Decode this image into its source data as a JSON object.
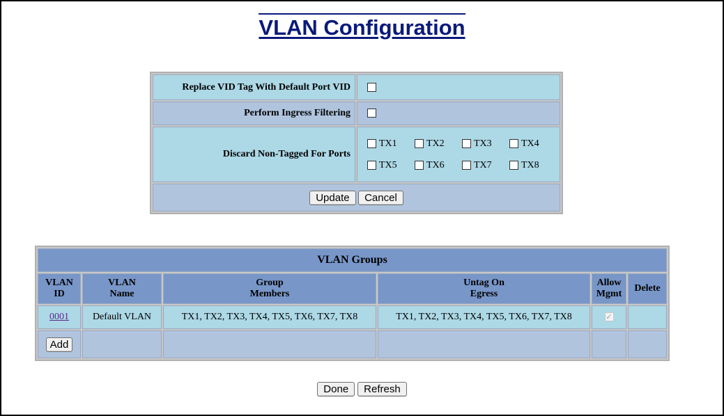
{
  "title": "VLAN Configuration",
  "config": {
    "replace_vid_label": "Replace VID Tag With Default Port VID",
    "ingress_label": "Perform Ingress Filtering",
    "discard_label": "Discard Non-Tagged For Ports",
    "ports": [
      "TX1",
      "TX2",
      "TX3",
      "TX4",
      "TX5",
      "TX6",
      "TX7",
      "TX8"
    ],
    "update_label": "Update",
    "cancel_label": "Cancel"
  },
  "groups": {
    "title": "VLAN Groups",
    "headers": {
      "vlan_id": "VLAN ID",
      "vlan_name": "VLAN Name",
      "group_members": "Group Members",
      "untag_egress": "Untag On Egress",
      "allow_mgmt": "Allow Mgmt",
      "delete": "Delete"
    },
    "rows": [
      {
        "vlan_id": "0001",
        "vlan_name": "Default VLAN",
        "group_members": "TX1, TX2, TX3, TX4, TX5, TX6, TX7, TX8",
        "untag_egress": "TX1, TX2, TX3, TX4, TX5, TX6, TX7, TX8",
        "allow_mgmt": true
      }
    ],
    "add_label": "Add"
  },
  "done_label": "Done",
  "refresh_label": "Refresh",
  "colors": {
    "title": "#0a1a7a",
    "row_light": "#add8e6",
    "row_dark": "#b0c4de",
    "header": "#7896c8",
    "link": "#5a2a8a"
  }
}
